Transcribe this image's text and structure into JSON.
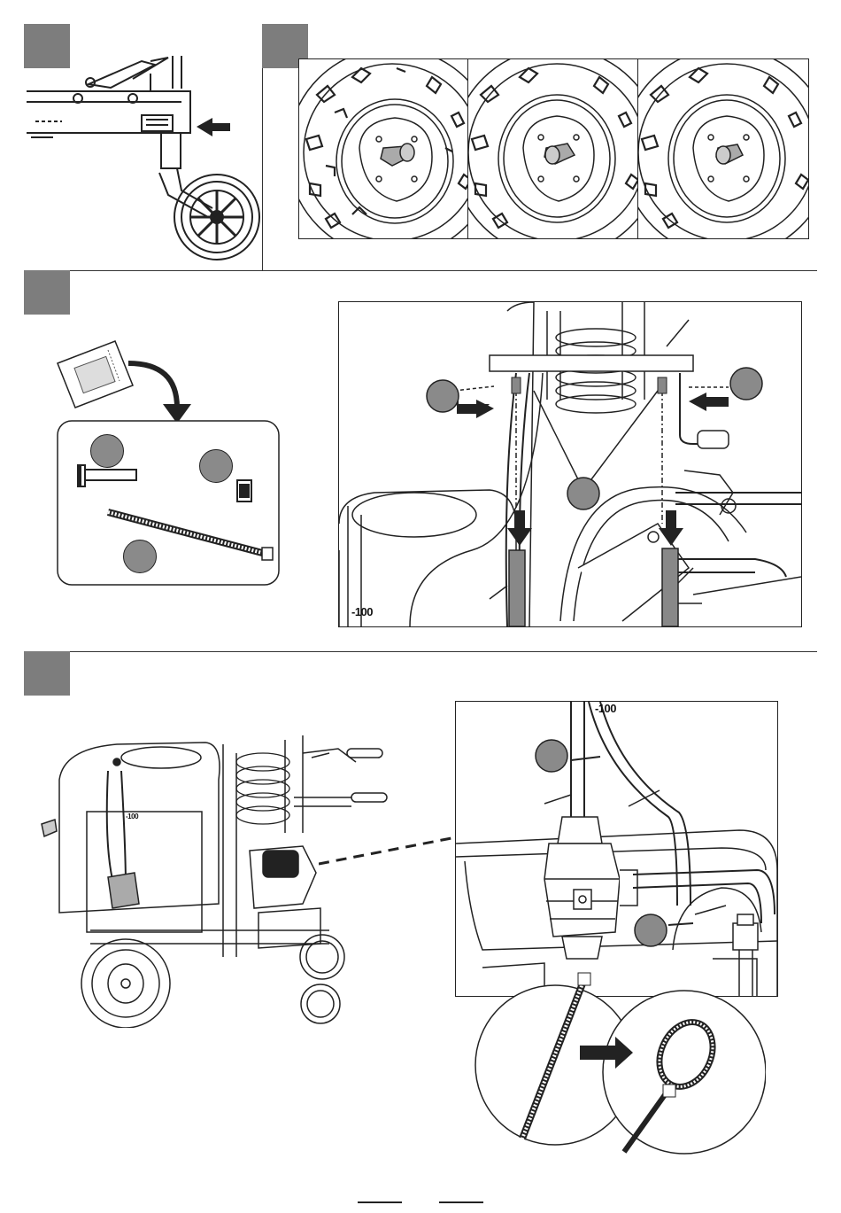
{
  "steps": [
    {
      "id": "step-1"
    },
    {
      "id": "step-2"
    },
    {
      "id": "step-3"
    },
    {
      "id": "step-4"
    }
  ],
  "labels": {
    "tank_mark_step3": "-100",
    "tank_mark_step4_overview": "-100",
    "tank_mark_step4_detail": "-100"
  },
  "icons": [
    "arrow-icon",
    "bolt-icon",
    "nut-icon",
    "cable-tie-icon",
    "parts-bag-icon",
    "curved-arrow-icon"
  ],
  "colors": {
    "step_box": "#7d7d7d",
    "callout_circle": "#8a8a8a",
    "line": "#222222"
  }
}
